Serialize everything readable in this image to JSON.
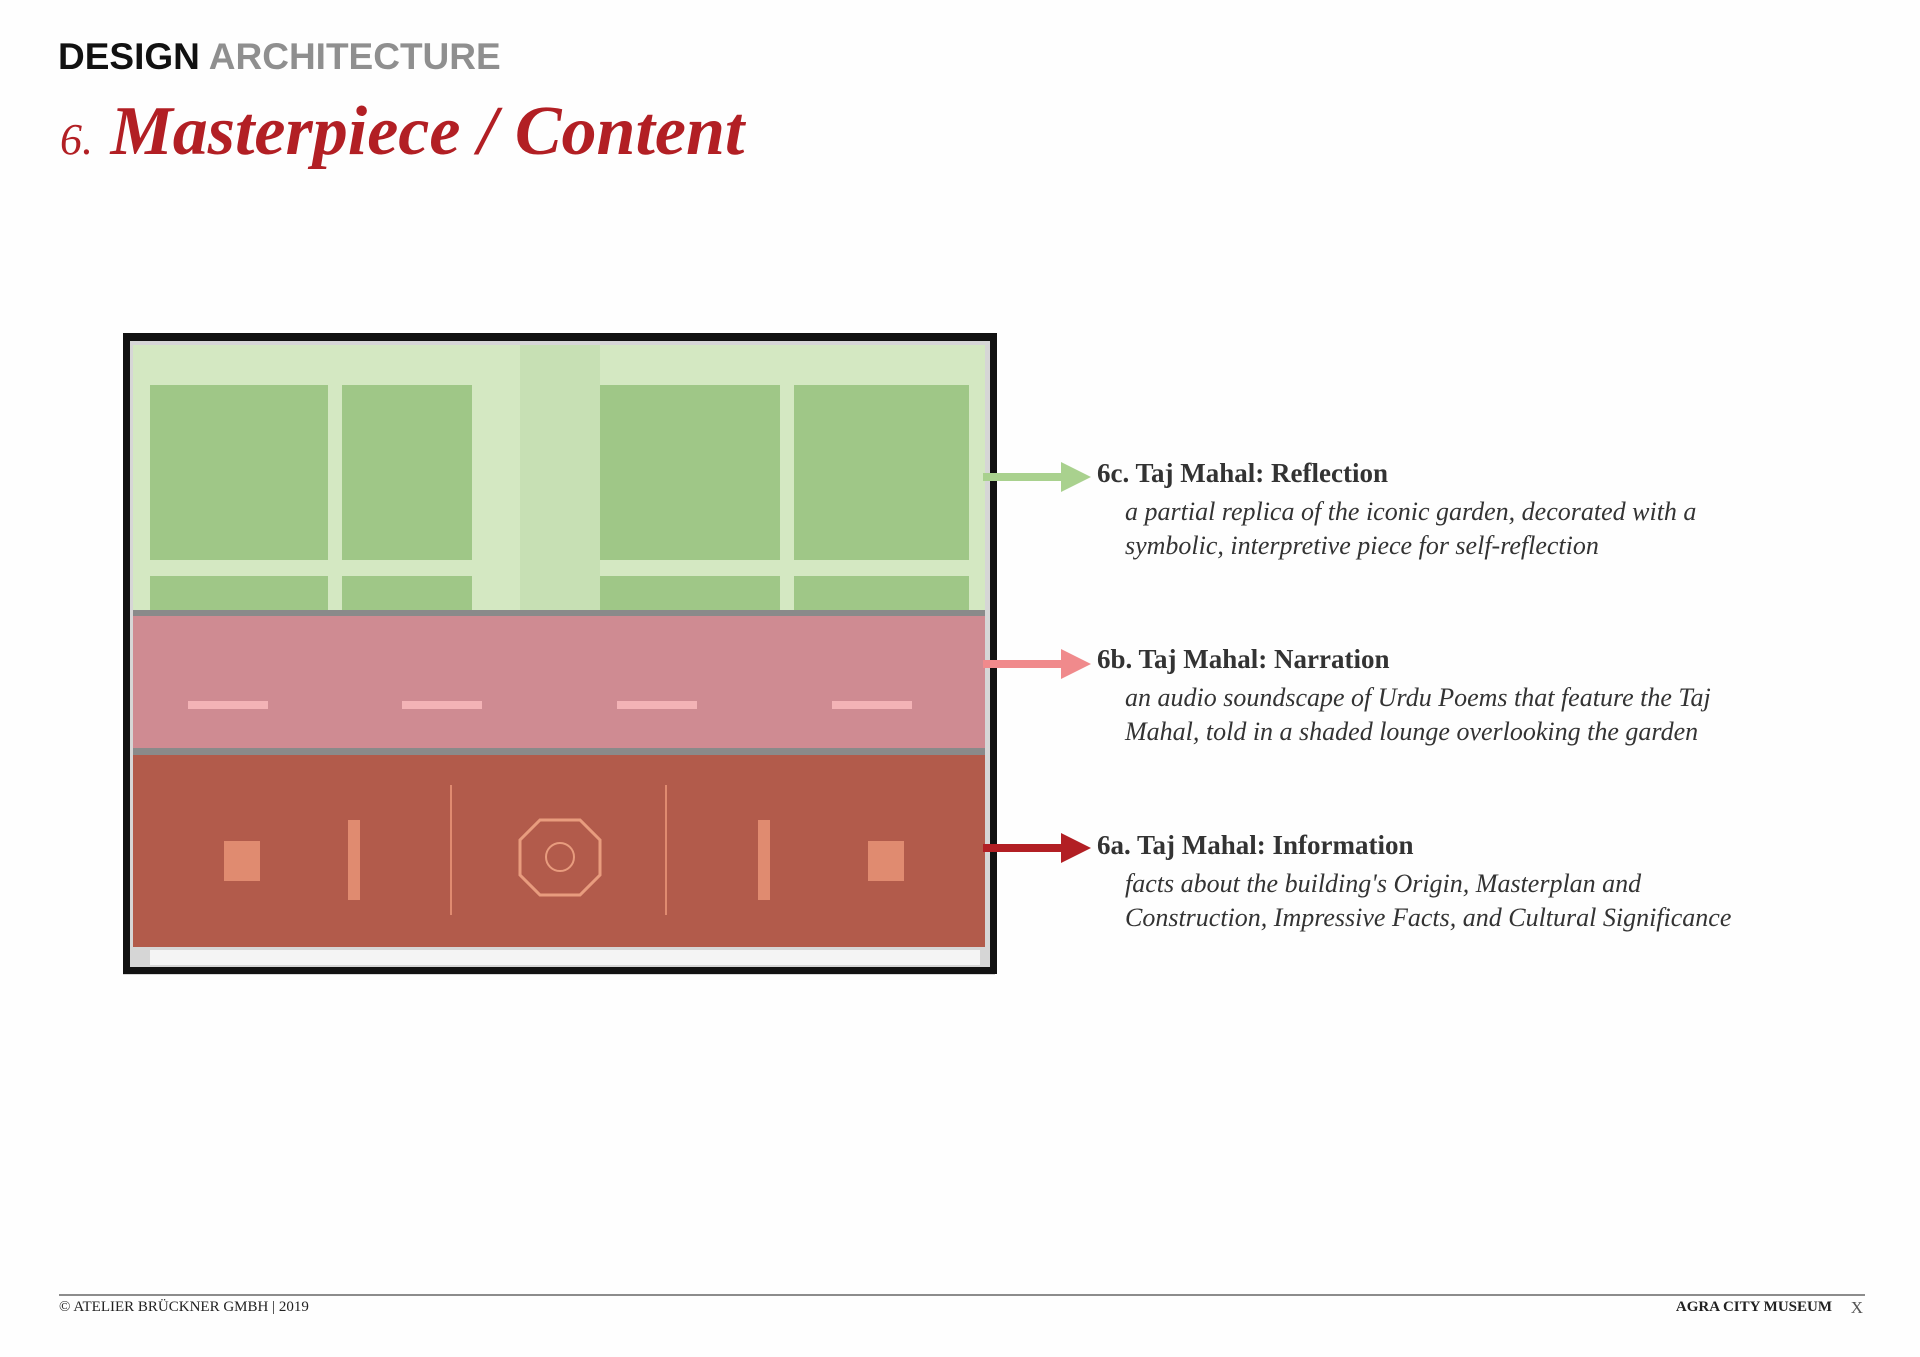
{
  "header": {
    "kicker_primary": "DESIGN",
    "kicker_secondary": "ARCHITECTURE",
    "title_number": "6.",
    "title_text": "Masterpiece / Content"
  },
  "zones": [
    {
      "heading": "6c. Taj Mahal: Reflection",
      "description": "a partial replica of the iconic garden, decorated with a symbolic, interpretive piece for self-reflection",
      "color": "#a9d18e"
    },
    {
      "heading": "6b. Taj Mahal: Narration",
      "description": "an audio soundscape of Urdu Poems that feature the Taj Mahal, told in a shaded lounge overlooking the garden",
      "color": "#f08a8c"
    },
    {
      "heading": "6a. Taj Mahal: Information",
      "description": "facts about the building's Origin, Masterplan and Construction, Impressive Facts, and Cultural Significance",
      "color": "#b21f24"
    }
  ],
  "footer": {
    "copyright": "© ATELIER BRÜCKNER GMBH | 2019",
    "project": "AGRA CITY MUSEUM",
    "mark": "X"
  }
}
